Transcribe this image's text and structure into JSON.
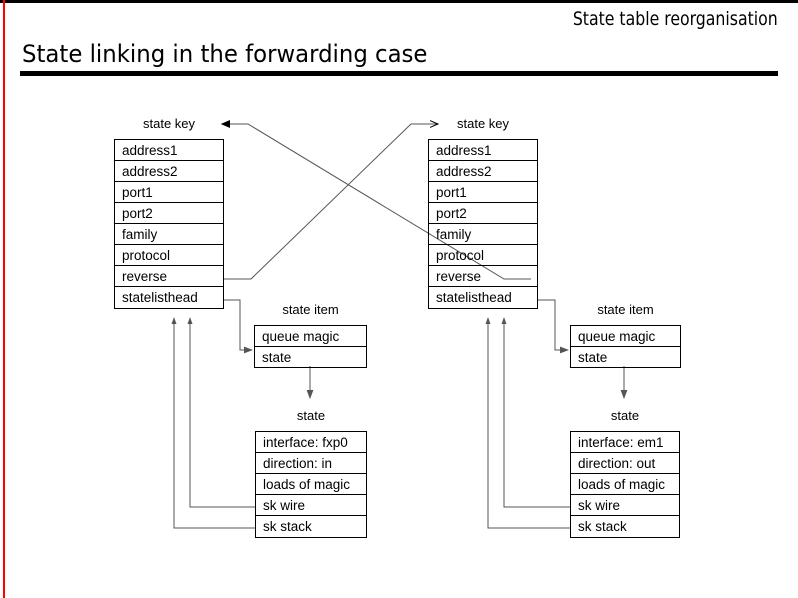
{
  "deck": {
    "running_header": "State table reorganisation",
    "slide_title": "State linking in the forwarding case",
    "accent_color": "#ff0000",
    "rule_color": "#000000"
  },
  "diagram": {
    "type": "structure-linking-diagram",
    "nodes": {
      "state_key_left": {
        "label": "state key",
        "rows": [
          "address1",
          "address2",
          "port1",
          "port2",
          "family",
          "protocol",
          "reverse",
          "statelisthead"
        ]
      },
      "state_key_right": {
        "label": "state key",
        "rows": [
          "address1",
          "address2",
          "port1",
          "port2",
          "family",
          "protocol",
          "reverse",
          "statelisthead"
        ]
      },
      "state_item_left": {
        "label": "state item",
        "rows": [
          "queue magic",
          "state"
        ]
      },
      "state_item_right": {
        "label": "state item",
        "rows": [
          "queue magic",
          "state"
        ]
      },
      "state_left": {
        "label": "state",
        "rows": [
          "interface: fxp0",
          "direction: in",
          "loads of magic",
          "sk wire",
          "sk stack"
        ]
      },
      "state_right": {
        "label": "state",
        "rows": [
          "interface: em1",
          "direction: out",
          "loads of magic",
          "sk wire",
          "sk stack"
        ]
      }
    },
    "edges": [
      {
        "name": "reverse-left-to-right-key",
        "from": "state_key_left.reverse",
        "to": "state_key_right.header",
        "arrow": "right"
      },
      {
        "name": "reverse-right-to-left-key",
        "from": "state_key_right.reverse",
        "to": "state_key_left.header",
        "arrow": "left"
      },
      {
        "name": "statelisthead-left-to-item",
        "from": "state_key_left.statelisthead",
        "to": "state_item_left",
        "arrow": "right"
      },
      {
        "name": "statelisthead-right-to-item",
        "from": "state_key_right.statelisthead",
        "to": "state_item_right",
        "arrow": "right"
      },
      {
        "name": "item-left-to-state",
        "from": "state_item_left.state",
        "to": "state_left",
        "arrow": "down"
      },
      {
        "name": "item-right-to-state",
        "from": "state_item_right.state",
        "to": "state_right",
        "arrow": "down"
      },
      {
        "name": "skwire-left-back",
        "from": "state_left.sk wire",
        "to": "state_key_left.statelisthead",
        "arrow": "up"
      },
      {
        "name": "skstack-left-back",
        "from": "state_left.sk stack",
        "to": "state_key_left.statelisthead",
        "arrow": "up"
      },
      {
        "name": "skwire-right-back",
        "from": "state_right.sk wire",
        "to": "state_key_right.statelisthead",
        "arrow": "up"
      },
      {
        "name": "skstack-right-back",
        "from": "state_right.sk stack",
        "to": "state_key_right.statelisthead",
        "arrow": "up"
      }
    ]
  }
}
